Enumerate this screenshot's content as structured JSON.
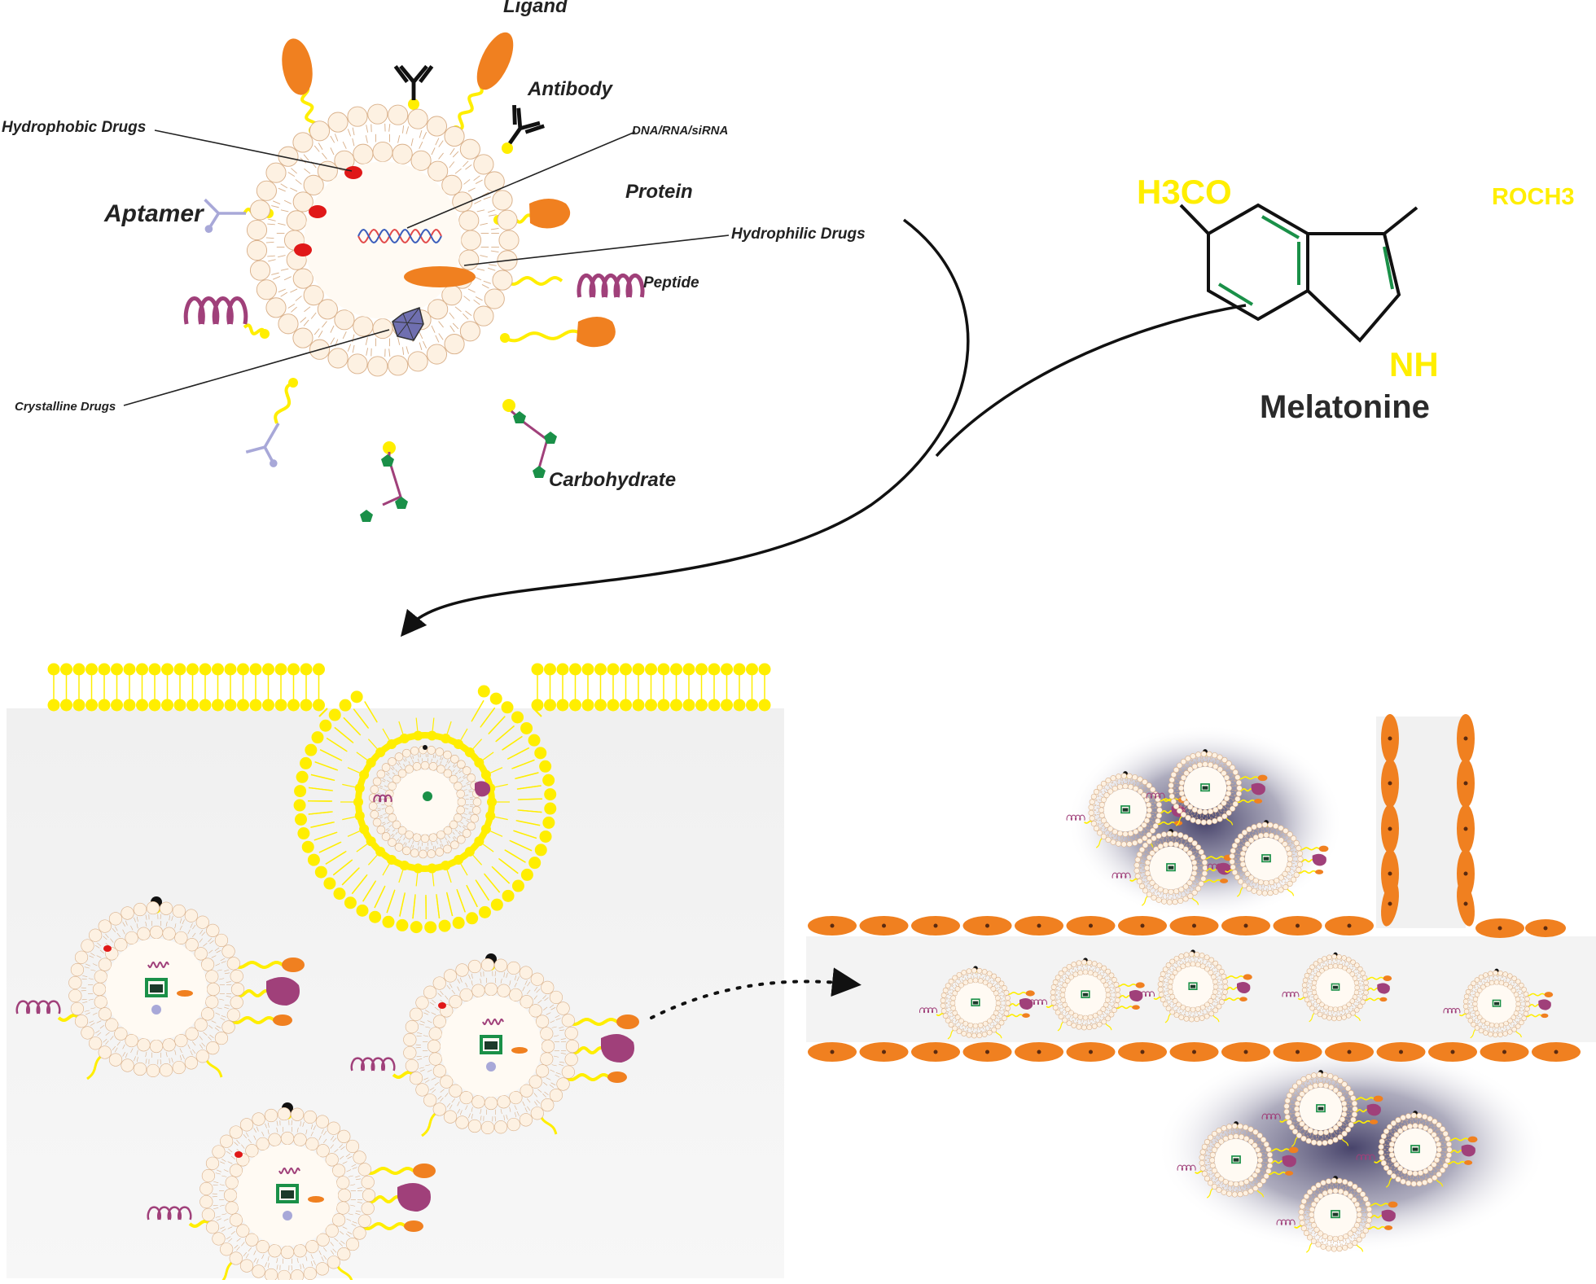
{
  "labels": {
    "ligand": "Ligand",
    "antibody": "Antibody",
    "hydrophobic_drugs": "Hydrophobic Drugs",
    "dna_rna_sirna": "DNA/RNA/siRNA",
    "protein": "Protein",
    "aptamer": "Aptamer",
    "hydrophilic_drugs": "Hydrophilic Drugs",
    "peptide": "Peptide",
    "crystalline_drugs": "Crystalline Drugs",
    "carbohydrate": "Carbohydrate"
  },
  "molecule": {
    "substituent_left": "H3CO",
    "substituent_right": "ROCH3",
    "amine": "NH",
    "name": "Melatonine"
  },
  "colors": {
    "yellow": "#ffee00",
    "orange": "#f08020",
    "green": "#1a9048",
    "purple": "#a0407a",
    "lavender": "#a8a8d8",
    "drug_red": "#e01818",
    "lipid_fill": "#fdf1e2",
    "lipid_stroke": "#d9b08a"
  }
}
